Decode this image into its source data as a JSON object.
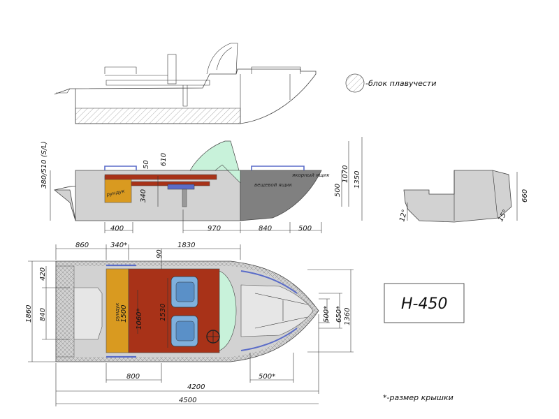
{
  "legend": {
    "buoyancy": "-блок плавучести"
  },
  "model": {
    "name": "Н-450"
  },
  "footnote": "*-размер крышки",
  "side_view": {
    "labels": {
      "rundyk": "рундук",
      "gear_box": "вещевой ящик",
      "anchor_box": "якорный ящик"
    },
    "dims": {
      "d380": "380/510 (S/L)",
      "d50": "50",
      "d610": "610",
      "d340": "340",
      "d1070": "1070",
      "d1350": "1350",
      "d500v": "500",
      "d400": "400",
      "d970": "970",
      "d840": "840",
      "d500h": "500"
    }
  },
  "stern_view": {
    "dims": {
      "d660": "660",
      "a12": "12°",
      "a15": "15°"
    }
  },
  "plan_view": {
    "labels": {
      "rundyk": "рундук"
    },
    "dims": {
      "d860": "860",
      "d340s": "340*",
      "d90": "90",
      "d1830": "1830",
      "d420": "420",
      "d840": "840",
      "d1860": "1860",
      "d1500": "1500",
      "d1060": "1060*",
      "d1530": "1530",
      "d500s": "500*",
      "d650": "650*",
      "d1360": "1360",
      "d800": "800",
      "d500b": "500*",
      "d4200": "4200",
      "d4500": "4500"
    }
  },
  "colors": {
    "hull": "#d2d2d2",
    "dark": "#808080",
    "seat": "#a83218",
    "locker": "#d99a20",
    "chair": "#7fb0dd",
    "glass": "#c8f2da",
    "rail": "#5a6cc8"
  }
}
